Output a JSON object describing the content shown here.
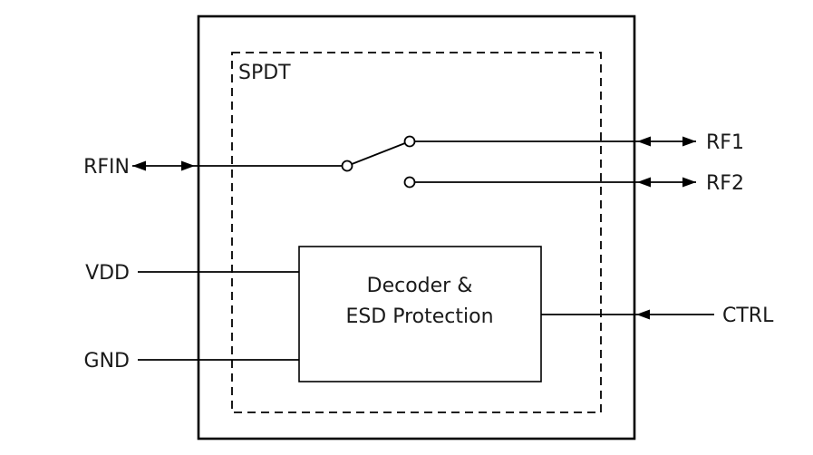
{
  "diagram": {
    "title": "SPDT",
    "ports": {
      "rfin": "RFIN",
      "rf1": "RF1",
      "rf2": "RF2",
      "vdd": "VDD",
      "gnd": "GND",
      "ctrl": "CTRL"
    },
    "blocks": {
      "decoder_line1": "Decoder &",
      "decoder_line2": "ESD Protection"
    },
    "colors": {
      "line": "#000000",
      "text": "#1a1a1a",
      "background": "#ffffff"
    }
  }
}
